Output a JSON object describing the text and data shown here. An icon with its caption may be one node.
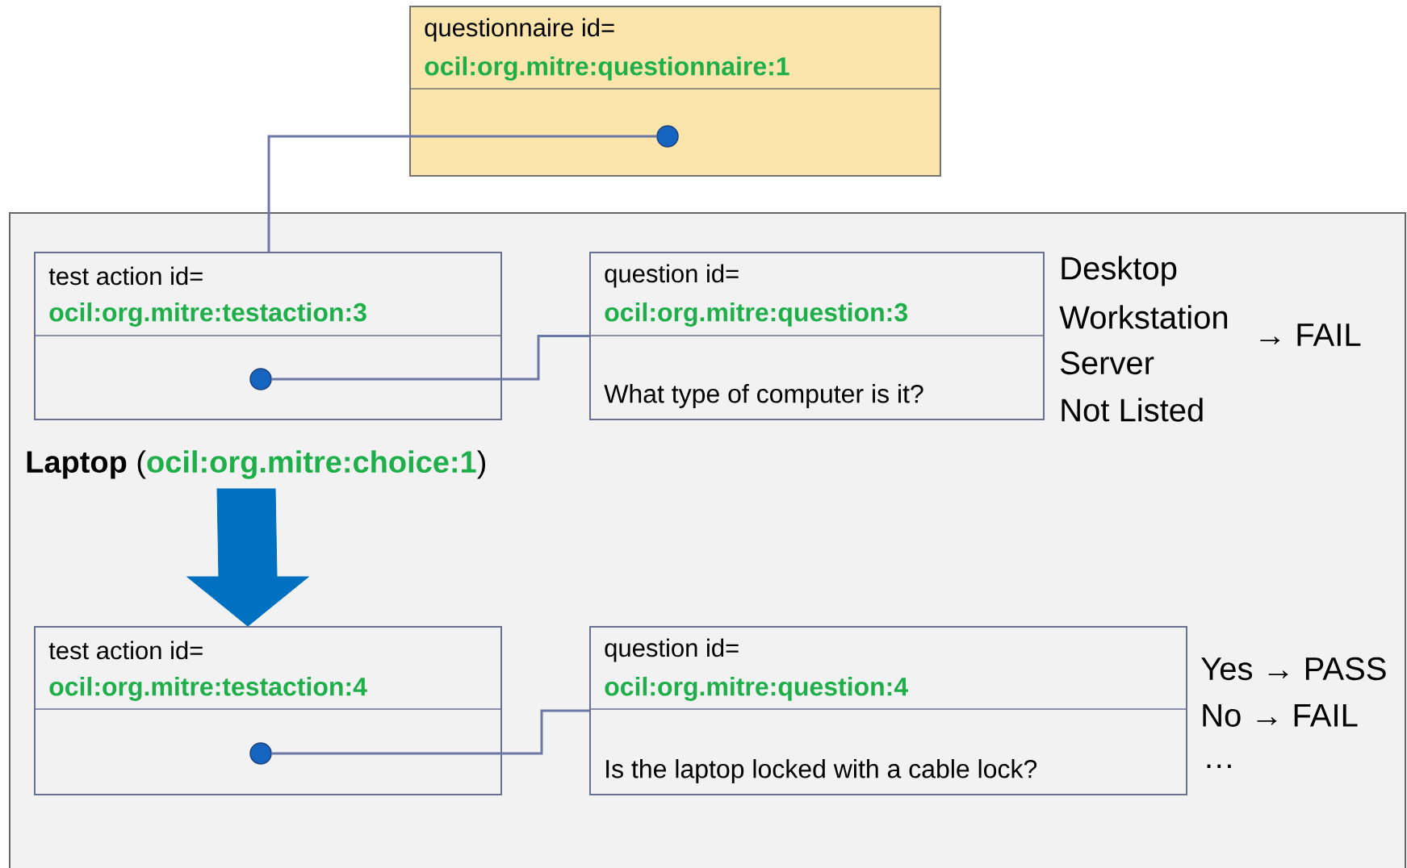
{
  "diagram": {
    "nodes": [
      {
        "text": [
          "questionnaire id=",
          "ocil:org.mitre:questionnaire:1"
        ]
      },
      {
        "text": [],
        "shape": "circle",
        "in": 0
      },
      {
        "text": [],
        "shape": "box"
      },
      {
        "text": [
          "test action id=",
          "ocil:org.mitre:testaction:3"
        ],
        "in": 2
      },
      {
        "text": [],
        "shape": "circle",
        "in": 3
      },
      {
        "text": [
          "question id=",
          "ocil:org.mitre:question:3",
          "What type of computer is it?"
        ],
        "in": 2,
        "beside": [
          "Desktop",
          "Workstation",
          "→ FAIL",
          "Server",
          "Not Listed"
        ]
      },
      {
        "text": [
          "Laptop",
          "(",
          "ocil:org.mitre:choice:1",
          ")"
        ],
        "in": 2
      },
      {
        "text": [
          "test action id=",
          "ocil:org.mitre:testaction:4"
        ],
        "in": 2
      },
      {
        "text": [],
        "shape": "circle",
        "in": 7
      },
      {
        "text": [
          "question id=",
          "ocil:org.mitre:question:4",
          "Is the laptop locked with a cable lock?"
        ],
        "in": 2,
        "beside": [
          "Yes → PASS",
          "No → FAIL",
          "…"
        ]
      }
    ],
    "edges": [
      {
        "from": 1,
        "to": 3,
        "arrow": "none"
      },
      {
        "from": 4,
        "to": 5,
        "arrow": "none"
      },
      {
        "from": 6,
        "to": 7,
        "arrow": "to",
        "style": "thick",
        "color": "#0070c0"
      },
      {
        "from": 8,
        "to": 9,
        "arrow": "none"
      }
    ]
  }
}
